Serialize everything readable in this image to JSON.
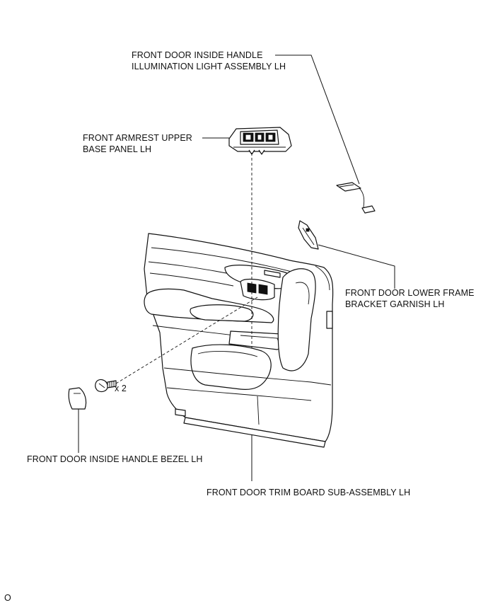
{
  "labels": {
    "handle_light": [
      "FRONT DOOR INSIDE HANDLE",
      "ILLUMINATION LIGHT ASSEMBLY LH"
    ],
    "armrest_panel": [
      "FRONT ARMREST UPPER",
      "BASE PANEL LH"
    ],
    "lower_frame_garnish": [
      "FRONT DOOR LOWER FRAME",
      "BRACKET GARNISH LH"
    ],
    "handle_bezel": "FRONT DOOR INSIDE HANDLE BEZEL LH",
    "trim_board": "FRONT DOOR TRIM BOARD SUB-ASSEMBLY LH",
    "screw_qty": "x 2"
  },
  "corner_mark": "O"
}
